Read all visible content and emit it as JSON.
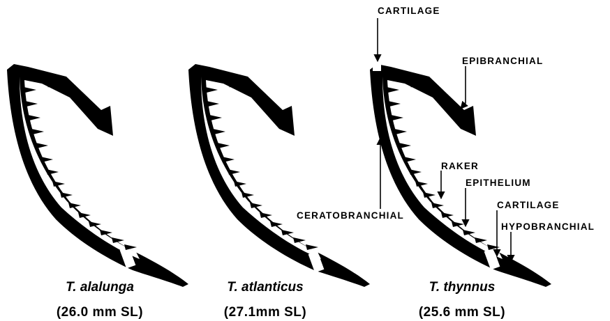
{
  "specimens": [
    {
      "species": "T. alalunga",
      "size": "(26.0 mm SL)"
    },
    {
      "species": "T. atlanticus",
      "size": "(27.1mm SL)"
    },
    {
      "species": "T. thynnus",
      "size": "(25.6 mm SL)"
    }
  ],
  "labels": {
    "cartilage_top": "CARTILAGE",
    "epibranchial": "EPIBRANCHIAL",
    "raker": "RAKER",
    "epithelium": "EPITHELIUM",
    "ceratobranchial": "CERATOBRANCHIAL",
    "cartilage_bottom": "CARTILAGE",
    "hypobranchial": "HYPOBRANCHIAL"
  },
  "colors": {
    "ink": "#000000",
    "background": "#ffffff"
  }
}
